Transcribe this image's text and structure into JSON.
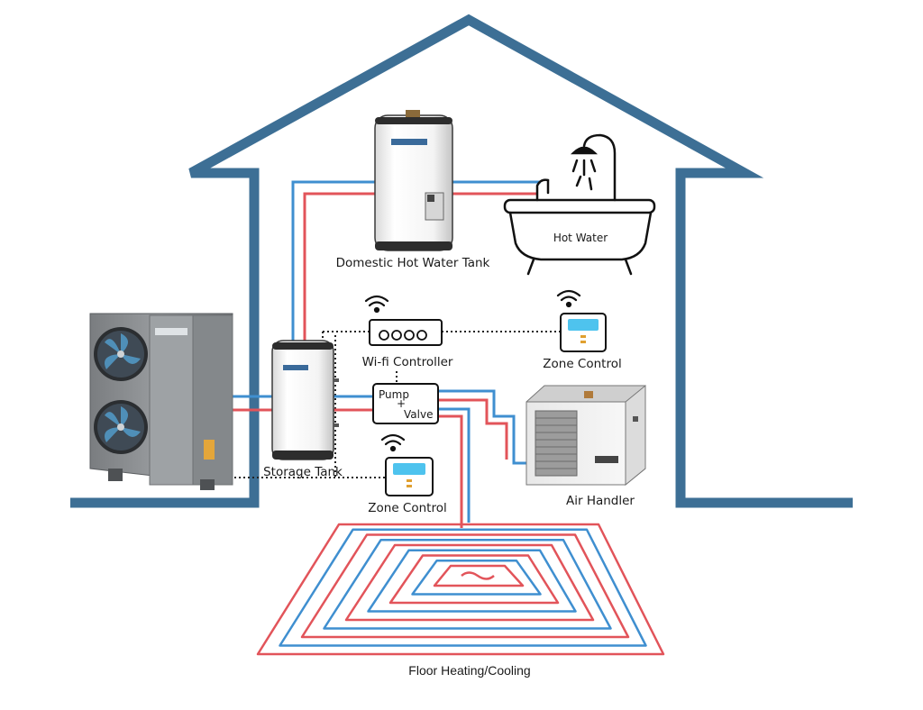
{
  "labels": {
    "domestic_tank": "Domestic Hot Water Tank",
    "hot_water": "Hot Water",
    "wifi_controller": "Wi-fi Controller",
    "zone_control_upper": "Zone Control",
    "pump_line1": "Pump",
    "pump_line2": "Valve",
    "storage_tank": "Storage Tank",
    "zone_control_lower": "Zone Control",
    "air_handler": "Air Handler",
    "floor": "Floor Heating/Cooling"
  },
  "colors": {
    "house": "#3d6f95",
    "hot_pipe": "#e2545a",
    "cold_pipe": "#3f8fd0",
    "control_wire": "#222222",
    "screen": "#4ec3ee",
    "unit_body": "#8c8f91"
  },
  "icons": {
    "wifi": "wifi-icon",
    "shower": "shower-icon",
    "bathtub": "bathtub-icon",
    "fan": "fan-icon"
  }
}
